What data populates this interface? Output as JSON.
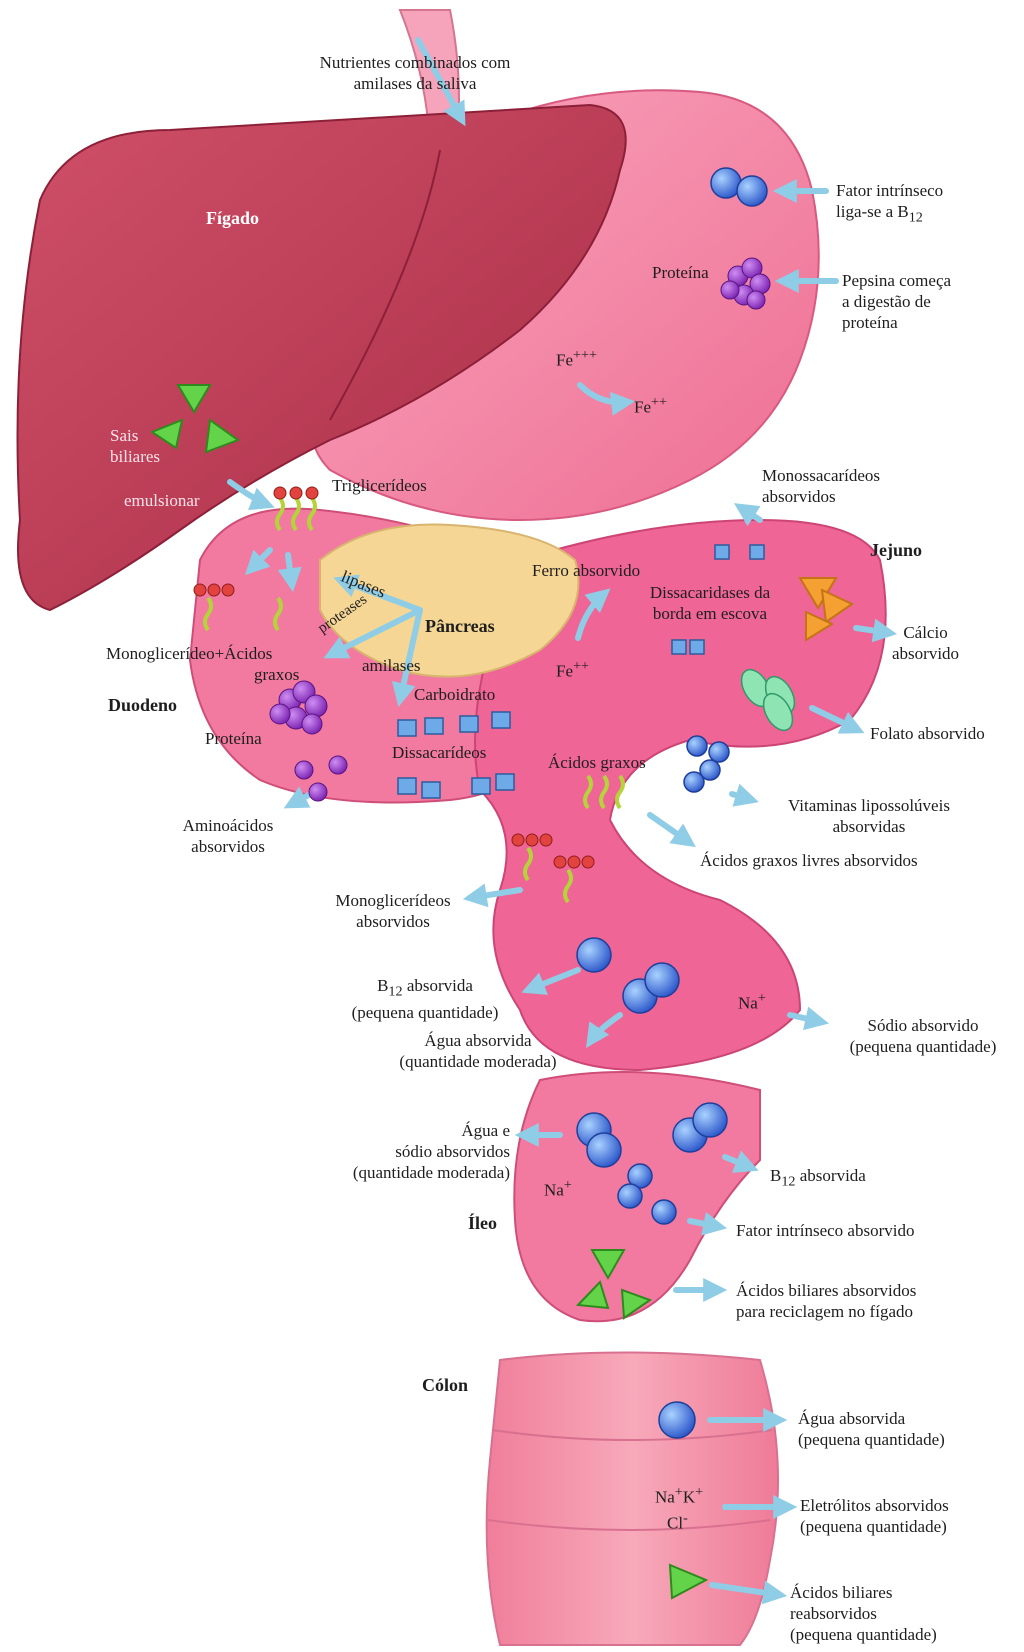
{
  "colors": {
    "liver": "#bc3b55",
    "stomach": "#f47fa1",
    "intestine": "#ee5f8e",
    "pancreas": "#f5d694",
    "colon": "#f38ea6",
    "arrow": "#9fd7ec",
    "bile_salt": "#63d44a",
    "calcium": "#f4a033",
    "protein": "#9b3ec8",
    "water": "#3f6fe0"
  },
  "labels": {
    "entry": [
      "Nutrientes combinados com",
      "amilases da saliva"
    ],
    "figado": "Fígado",
    "fator_b12": [
      "Fator intrínseco",
      "liga-se a B"
    ],
    "fator_b12_sub": "12",
    "proteina_estomago": "Proteína",
    "pepsina": [
      "Pepsina começa",
      "a digestão de",
      "proteína"
    ],
    "fe3": "Fe",
    "fe3_sup": "+++",
    "fe2": "Fe",
    "fe2_sup": "++",
    "sais_biliares": [
      "Sais",
      "biliares"
    ],
    "emulsionar": "emulsionar",
    "trigliceridios": "Triglicerídeos",
    "monossacarideos": [
      "Monossacarídeos",
      "absorvidos"
    ],
    "jejuno": "Jejuno",
    "lipases": "lipases",
    "proteases": "proteases",
    "pancreas": "Pâncreas",
    "ferro_absorvido": "Ferro absorvido",
    "dissacaridases": [
      "Dissacaridases da",
      "borda em escova"
    ],
    "calcio": [
      "Cálcio",
      "absorvido"
    ],
    "monoglic_acidos": "Monoglicerídeo+Ácidos",
    "graxos": "graxos",
    "amilases": "amilases",
    "fe2_duod": "Fe",
    "fe2_duod_sup": "++",
    "duodeno": "Duodeno",
    "carboidrato": "Carboidrato",
    "proteina_duod": "Proteína",
    "dissacarideos": "Dissacarídeos",
    "folato": "Folato absorvido",
    "acidos_graxos_jej": "Ácidos graxos",
    "vitaminas": [
      "Vitaminas lipossolúveis",
      "absorvidas"
    ],
    "aminoacidos": [
      "Aminoácidos",
      "absorvidos"
    ],
    "acidos_livres": "Ácidos graxos livres absorvidos",
    "monoglicerideos_abs": [
      "Monoglicerídeos",
      "absorvidos"
    ],
    "b12_pequena": [
      "B",
      "absorvida",
      "(pequena quantidade)"
    ],
    "b12_sub": "12",
    "na_plus": "Na",
    "na_sup": "+",
    "sodio": [
      "Sódio absorvido",
      "(pequena quantidade)"
    ],
    "agua_moderada": [
      "Água absorvida",
      "(quantidade moderada)"
    ],
    "agua_sodio": [
      "Água e",
      "sódio absorvidos",
      "(quantidade moderada)"
    ],
    "na_ileo": "Na",
    "na_ileo_sup": "+",
    "b12_ileo": [
      "B",
      "absorvida"
    ],
    "b12_ileo_sub": "12",
    "ileo": "Íleo",
    "fator_absorvido": "Fator intrínseco absorvido",
    "acidos_biliares": [
      "Ácidos biliares absorvidos",
      "para reciclagem no fígado"
    ],
    "colon": "Cólon",
    "agua_colon": [
      "Água absorvida",
      "(pequena quantidade)"
    ],
    "ions_colon": [
      "Na",
      "+",
      "K",
      "+",
      "Cl",
      "-"
    ],
    "eletrolitos": [
      "Eletrólitos absorvidos",
      "(pequena quantidade)"
    ],
    "acidos_reabs": [
      "Ácidos biliares",
      "reabsorvidos",
      "(pequena quantidade)"
    ]
  }
}
